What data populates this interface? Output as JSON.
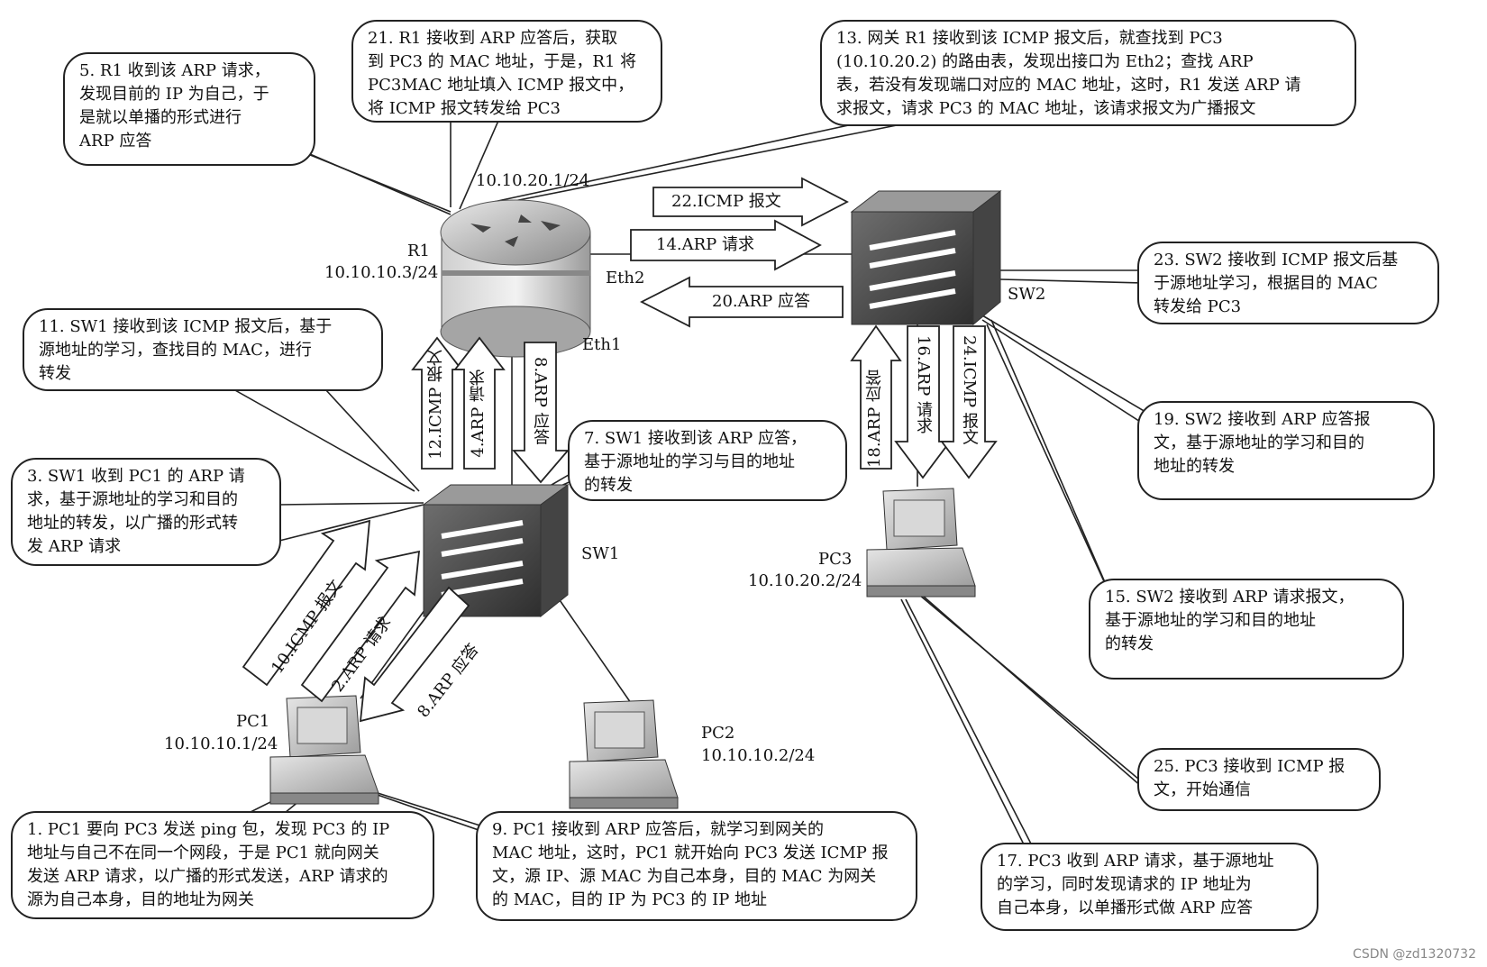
{
  "callouts": {
    "c1": "1. PC1 要向 PC3 发送 ping 包，发现 PC3 的 IP\n地址与自己不在同一个网段，于是 PC1 就向网关\n发送 ARP 请求，以广播的形式发送，ARP 请求的\n源为自己本身，目的地址为网关",
    "c3": "3. SW1 收到 PC1 的 ARP 请\n求，基于源地址的学习和目的\n地址的转发，以广播的形式转\n发 ARP 请求",
    "c5": "5. R1 收到该 ARP 请求，\n发现目前的 IP 为自己，于\n是就以单播的形式进行\nARP 应答",
    "c7": "7. SW1 接收到该 ARP 应答，\n基于源地址的学习与目的地址\n的转发",
    "c9": "9. PC1 接收到 ARP 应答后，就学习到网关的\nMAC 地址，这时，PC1 就开始向 PC3 发送 ICMP 报\n文，源 IP、源 MAC 为自己本身，目的 MAC 为网关\n的 MAC，目的 IP 为 PC3 的 IP 地址",
    "c11": "11. SW1 接收到该 ICMP 报文后，基于\n源地址的学习，查找目的 MAC，进行\n转发",
    "c13": "13. 网关 R1 接收到该 ICMP 报文后，就查找到 PC3\n(10.10.20.2) 的路由表，发现出接口为 Eth2；查找 ARP\n表，若没有发现端口对应的 MAC 地址，这时，R1 发送 ARP 请\n求报文，请求 PC3 的 MAC 地址，该请求报文为广播报文",
    "c15": "15. SW2 接收到 ARP 请求报文，\n基于源地址的学习和目的地址\n的转发",
    "c17": "17. PC3 收到 ARP 请求，基于源地址\n的学习，同时发现请求的 IP 地址为\n自己本身，以单播形式做 ARP 应答",
    "c19": "19. SW2 接收到 ARP 应答报\n文，基于源地址的学习和目的\n地址的转发",
    "c21": "21. R1 接收到 ARP 应答后，获取\n到 PC3 的 MAC 地址，于是，R1 将\nPC3MAC 地址填入 ICMP 报文中，\n将 ICMP 报文转发给 PC3",
    "c23": "23. SW2 接收到 ICMP 报文后基\n于源地址学习，根据目的 MAC\n转发给 PC3",
    "c25": "25. PC3 接收到 ICMP 报\n文，开始通信"
  },
  "devices": {
    "r1_name": "R1",
    "r1_ip": "10.10.10.3/24",
    "r1_eth2_ip": "10.10.20.1/24",
    "eth1": "Eth1",
    "eth2": "Eth2",
    "sw1": "SW1",
    "sw2": "SW2",
    "pc1_name": "PC1",
    "pc1_ip": "10.10.10.1/24",
    "pc2_name": "PC2",
    "pc2_ip": "10.10.10.2/24",
    "pc3_name": "PC3",
    "pc3_ip": "10.10.20.2/24"
  },
  "arrows": {
    "a2": "2.ARP 请求",
    "a4": "4.ARP 请求",
    "a6": "8.ARP 应答",
    "a8": "8.ARP 应答",
    "a10": "10.ICMP 报文",
    "a12": "12.ICMP 报文",
    "a14": "14.ARP 请求",
    "a16": "16.ARP 请求",
    "a18": "18.ARP 应答",
    "a20": "20.ARP 应答",
    "a22": "22.ICMP 报文",
    "a24": "24.ICMP 报文"
  },
  "footer": "CSDN @zd1320732"
}
